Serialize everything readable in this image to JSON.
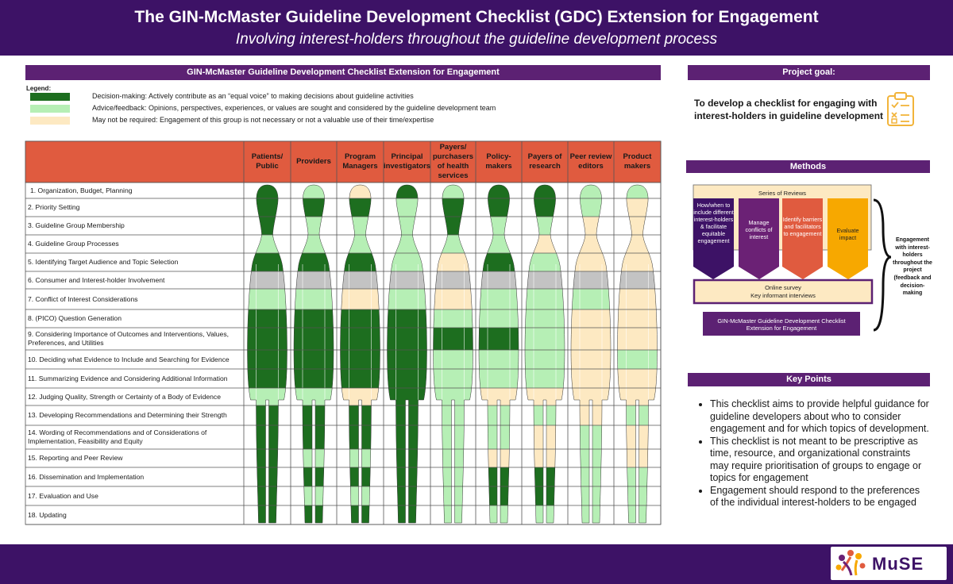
{
  "header": {
    "title": "The GIN-McMaster Guideline Development Checklist (GDC) Extension for Engagement",
    "subtitle": "Involving interest-holders throughout the guideline development process"
  },
  "checklist_title": "GIN-McMaster Guideline Development Checklist Extension for Engagement",
  "legend": {
    "title": "Legend:",
    "items": [
      {
        "key": "D",
        "color": "#1d6e1f",
        "text": "Decision-making: Actively contribute as an “equal voice” to making decisions about guideline activities"
      },
      {
        "key": "A",
        "color": "#b6efb5",
        "text": "Advice/feedback: Opinions, perspectives, experiences, or values are sought and considered by the guideline development team"
      },
      {
        "key": "M",
        "color": "#fde9c2",
        "text": "May not be required: Engagement of this group is not necessary or not a valuable use of their time/expertise"
      }
    ],
    "na_color": "#c3c3c3"
  },
  "columns": [
    "Patients/ Public",
    "Providers",
    "Program Managers",
    "Principal investigators",
    "Payers/ purchasers of health services",
    "Policy-makers",
    "Payers of research",
    "Peer review editors",
    "Product makers"
  ],
  "rows": [
    "1. Organization, Budget, Planning",
    "2. Priority Setting",
    "3. Guideline Group Membership",
    "4. Guideline Group Processes",
    "5. Identifying Target Audience and Topic Selection",
    "6. Consumer and Interest-holder Involvement",
    "7. Conflict of Interest Considerations",
    "8. (PICO) Question Generation",
    "9. Considering Importance of Outcomes and Interventions, Values, Preferences, and Utilities",
    "10. Deciding what Evidence to Include and Searching for Evidence",
    "11. Summarizing Evidence and Considering Additional Information",
    "12. Judging Quality, Strength or Certainty of a Body of Evidence",
    "13. Developing Recommendations and Determining their Strength",
    "14. Wording of Recommendations and of Considerations of Implementation, Feasibility and Equity",
    "15. Reporting and Peer Review",
    "16. Dissemination and Implementation",
    "17. Evaluation and Use",
    "18. Updating"
  ],
  "matrix": [
    "DAMDADDAA",
    "DDDADDDAM",
    "DAAADAAMM",
    "AAAAAAMMM",
    "DDDAMDAMM",
    "NNNNNNNNN",
    "AAMAMAAAM",
    "DDDDAAAMM",
    "DDDDDDAMM",
    "DDDDAAAMA",
    "DDDDAAAMM",
    "AAMDAMMMM",
    "DDDDAAAMA",
    "DDDDAAMAM",
    "DAADAMMAM",
    "DDDDADDAA",
    "DAADADDAA",
    "DDDDAAAAA"
  ],
  "project_goal": {
    "heading": "Project goal:",
    "text": "To develop a checklist for engaging with interest-holders in guideline development",
    "icon": "clipboard-checklist-icon"
  },
  "methods": {
    "heading": "Methods",
    "series": "Series of Reviews",
    "steps": [
      "How/when to include different interest-holders & facilitate equitable engagement",
      "Manage conflicts of interest",
      "Identify barriers and facilitators to engagement",
      "Evaluate impact"
    ],
    "survey": "Online survey",
    "interviews": "Key informant interviews",
    "output": "GIN-McMaster Guideline Development Checklist Extension for Engagement",
    "side_note": "Engagement with interest-holders throughout the project (feedback and decision-making"
  },
  "key_points": {
    "heading": "Key Points",
    "items": [
      "This  checklist aims  to provide helpful guidance for guideline developers about who to consider engagement and for which topics of development.",
      "This checklist is not meant to be prescriptive as time, resource, and organizational constraints may  require prioritisation of groups to engage or topics for engagement",
      "Engagement should respond to the preferences of the individual interest-holders to be engaged"
    ]
  },
  "logo_text": "MuSE",
  "colors": {
    "banner": "#3d1266",
    "bar": "#5c2173",
    "header_row": "#e05b3f",
    "decision": "#1d6e1f",
    "advice": "#b6efb5",
    "maybe": "#fde9c2",
    "na": "#c3c3c3"
  }
}
